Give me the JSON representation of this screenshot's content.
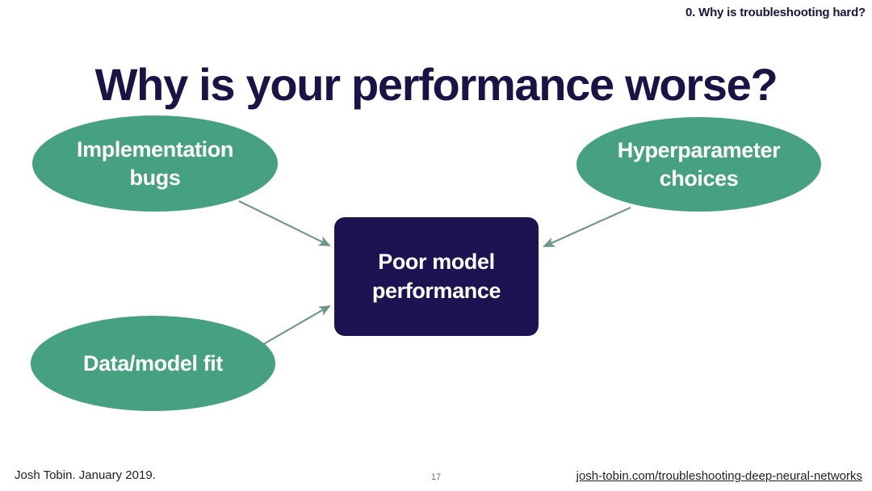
{
  "slide": {
    "section_header": "0. Why is troubleshooting hard?",
    "title": "Why is your performance worse?",
    "background_color": "#ffffff"
  },
  "diagram": {
    "accent_green": "#45a180",
    "accent_navy": "#1d1352",
    "connector_color": "#6f9687",
    "nodes": [
      {
        "id": "implementation-bugs",
        "shape": "ellipse",
        "label": "Implementation bugs",
        "fill": "#45a180",
        "text_color": "#ffffff"
      },
      {
        "id": "hyperparameter-choices",
        "shape": "ellipse",
        "label": "Hyperparameter choices",
        "fill": "#45a180",
        "text_color": "#ffffff"
      },
      {
        "id": "data-model-fit",
        "shape": "ellipse",
        "label": "Data/model fit",
        "fill": "#45a180",
        "text_color": "#ffffff"
      },
      {
        "id": "poor-model-performance",
        "shape": "rounded-rect",
        "label": "Poor model performance",
        "fill": "#1d1352",
        "text_color": "#ffffff"
      }
    ],
    "edges": [
      {
        "from": "implementation-bugs",
        "to": "poor-model-performance"
      },
      {
        "from": "hyperparameter-choices",
        "to": "poor-model-performance"
      },
      {
        "from": "data-model-fit",
        "to": "poor-model-performance"
      }
    ]
  },
  "footer": {
    "author": "Josh Tobin. January 2019.",
    "page_number": "17",
    "link": "josh-tobin.com/troubleshooting-deep-neural-networks"
  }
}
